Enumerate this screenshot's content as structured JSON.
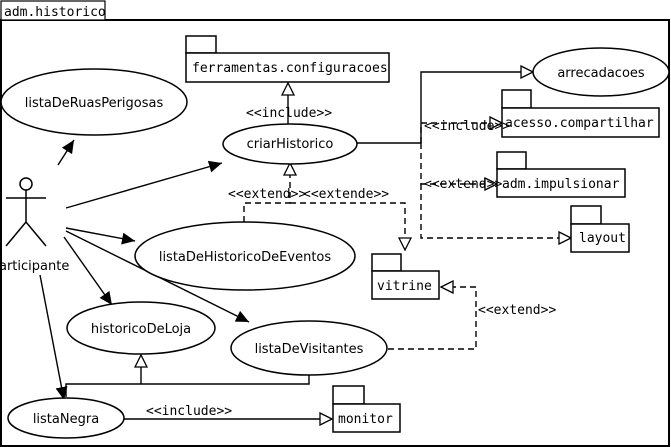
{
  "frame": {
    "title": "adm.historico"
  },
  "actor": {
    "label": "articipante"
  },
  "use_cases": {
    "lista_ruas": "listaDeRuasPerigosas",
    "criar_historico": "criarHistorico",
    "arrecadacoes": "arrecadacoes",
    "lista_historico_eventos": "listaDeHistoricoDeEventos",
    "historico_loja": "historicoDeLoja",
    "lista_visitantes": "listaDeVisitantes",
    "lista_negra": "listaNegra"
  },
  "packages": {
    "ferramentas": "ferramentas.configuracoes",
    "acesso": "acesso.compartilhar",
    "impulsionar": "adm.impulsionar",
    "layout": "layout",
    "vitrine": "vitrine",
    "monitor": "monitor"
  },
  "stereotypes": {
    "include_ferramentas": "<<include>>",
    "include_acesso": "<<include>>",
    "extend_impulsionar": "<<extend>>",
    "extend_criar": "<<extend>>",
    "extende_criar": "<<extende>>",
    "extend_vitrine": "<<extend>>",
    "include_monitor": "<<include>>"
  }
}
